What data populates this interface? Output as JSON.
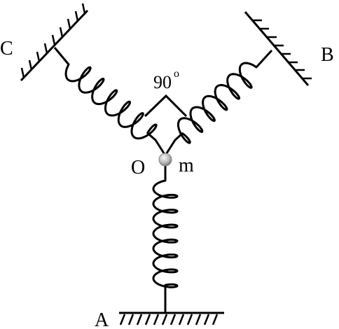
{
  "labels": {
    "wall_c": "C",
    "wall_b": "B",
    "wall_a": "A",
    "angle": "90",
    "angle_unit": "o",
    "point_o": "O",
    "mass_m": "m"
  },
  "colors": {
    "line": "#000000",
    "ball": "#bdbdbd",
    "background": "#ffffff"
  }
}
